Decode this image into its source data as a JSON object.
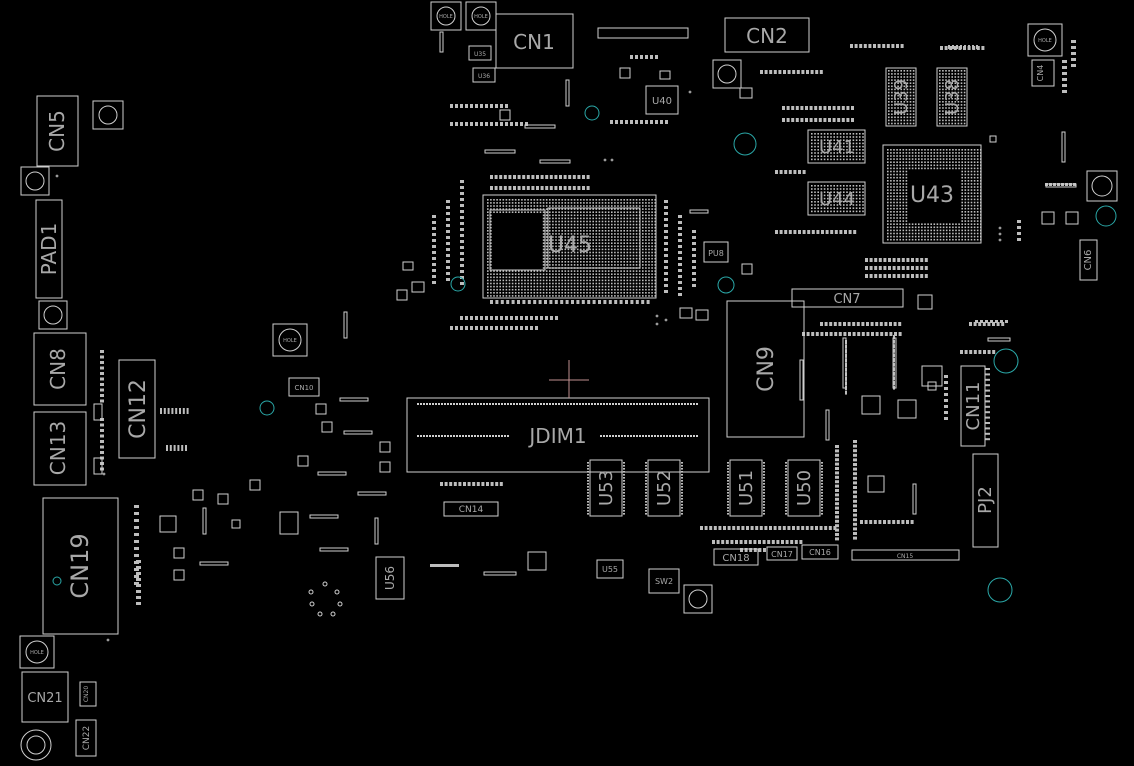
{
  "board": {
    "background": "#000000",
    "outline_color": "#cfcfcf",
    "mark_color": "#2aa7a7"
  },
  "labels": {
    "cn1": "CN1",
    "cn2": "CN2",
    "cn4": "CN4",
    "cn5": "CN5",
    "cn6": "CN6",
    "cn7": "CN7",
    "cn8": "CN8",
    "cn9": "CN9",
    "cn10": "CN10",
    "cn11": "CN11",
    "cn12": "CN12",
    "cn13": "CN13",
    "cn14": "CN14",
    "cn15": "CN15",
    "cn16": "CN16",
    "cn17": "CN17",
    "cn18": "CN18",
    "cn19": "CN19",
    "cn20": "CN20",
    "cn21": "CN21",
    "cn22": "CN22",
    "pad1": "PAD1",
    "pj2": "PJ2",
    "jdim1": "JDIM1",
    "sw2": "SW2",
    "pu8": "PU8",
    "u35": "U35",
    "u36": "U36",
    "u38": "U38",
    "u39": "U39",
    "u40": "U40",
    "u41": "U41",
    "u43": "U43",
    "u44": "U44",
    "u45": "U45",
    "u50": "U50",
    "u51": "U51",
    "u52": "U52",
    "u53": "U53",
    "u55": "U55",
    "u56": "U56",
    "hole": "HOLE"
  }
}
